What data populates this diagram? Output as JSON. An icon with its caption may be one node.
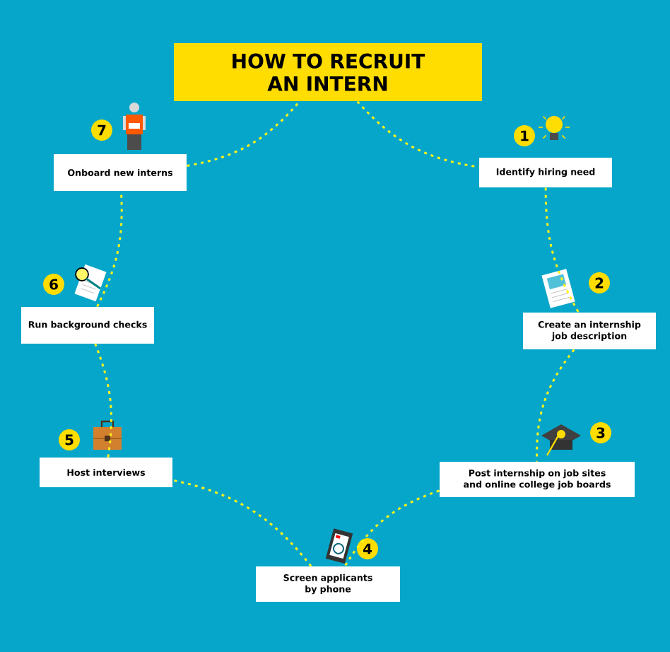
{
  "diagram": {
    "nodes": [
      {
        "text": [
          "HOW TO RECRUIT AN INTERN"
        ]
      },
      {
        "text": [
          "Identify hiring need"
        ],
        "beside": [
          "1"
        ]
      },
      {
        "text": [
          "Create an internship job description"
        ],
        "beside": [
          "2"
        ]
      },
      {
        "text": [
          "Post internship on job sites and online college job boards"
        ],
        "beside": [
          "3"
        ]
      },
      {
        "text": [
          "Screen applicants by phone"
        ],
        "beside": [
          "4"
        ]
      },
      {
        "text": [
          "Host interviews"
        ],
        "beside": [
          "5"
        ]
      },
      {
        "text": [
          "Run background checks"
        ],
        "beside": [
          "6"
        ]
      },
      {
        "text": [
          "Onboard new interns"
        ],
        "beside": [
          "7"
        ]
      }
    ],
    "edges": [
      {
        "from": 0,
        "to": 1,
        "arrow": "none",
        "style": "dashed"
      },
      {
        "from": 1,
        "to": 2,
        "arrow": "none",
        "style": "dashed"
      },
      {
        "from": 2,
        "to": 3,
        "arrow": "none",
        "style": "dashed"
      },
      {
        "from": 3,
        "to": 4,
        "arrow": "none",
        "style": "dashed"
      },
      {
        "from": 4,
        "to": 5,
        "arrow": "none",
        "style": "dashed"
      },
      {
        "from": 5,
        "to": 6,
        "arrow": "none",
        "style": "dashed"
      },
      {
        "from": 6,
        "to": 7,
        "arrow": "none",
        "style": "dashed"
      },
      {
        "from": 7,
        "to": 0,
        "arrow": "none",
        "style": "dashed"
      }
    ]
  }
}
